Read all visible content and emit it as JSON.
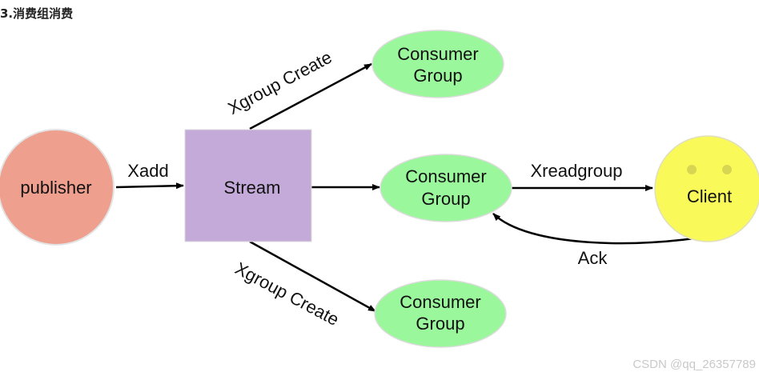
{
  "heading": "3.消费组消费",
  "watermark": "CSDN @qq_26357789",
  "nodes": {
    "publisher": "publisher",
    "stream": "Stream",
    "consumer_group_top": [
      "Consumer",
      "Group"
    ],
    "consumer_group_mid": [
      "Consumer",
      "Group"
    ],
    "consumer_group_bottom": [
      "Consumer",
      "Group"
    ],
    "client": "Client"
  },
  "edges": {
    "publisher_to_stream": "Xadd",
    "stream_to_top": "Xgroup Create",
    "stream_to_bottom": "Xgroup Create",
    "group_to_client": "Xreadgroup",
    "client_to_group": "Ack"
  },
  "colors": {
    "publisher": "#ee9f8e",
    "stream": "#c3aad8",
    "consumer_group": "#9bf79b",
    "client": "#f9f95a",
    "client_eyes": "#d6d653",
    "edge": "#000000"
  }
}
